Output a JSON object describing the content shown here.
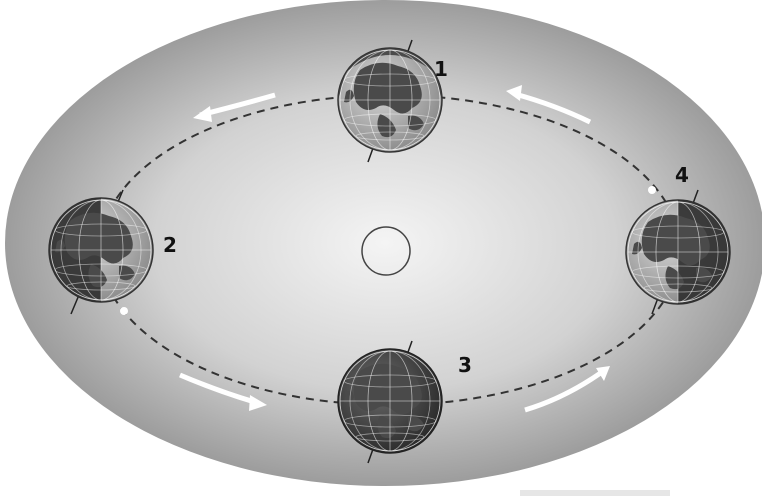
{
  "diagram": {
    "positions": [
      {
        "id": 1,
        "label": "1"
      },
      {
        "id": 2,
        "label": "2"
      },
      {
        "id": 3,
        "label": "3"
      },
      {
        "id": 4,
        "label": "4"
      }
    ],
    "direction_arrows": [
      "top-left",
      "top-right",
      "bottom-left",
      "bottom-right"
    ],
    "center_object": "sun-circle",
    "colors": {
      "background_outer": "#8f8f8f",
      "background_inner": "#f4f4f4",
      "orbit": "#333333",
      "arrow": "#ffffff",
      "globe_dark": "#3a3a3a",
      "globe_light": "#bdbdbd"
    }
  }
}
